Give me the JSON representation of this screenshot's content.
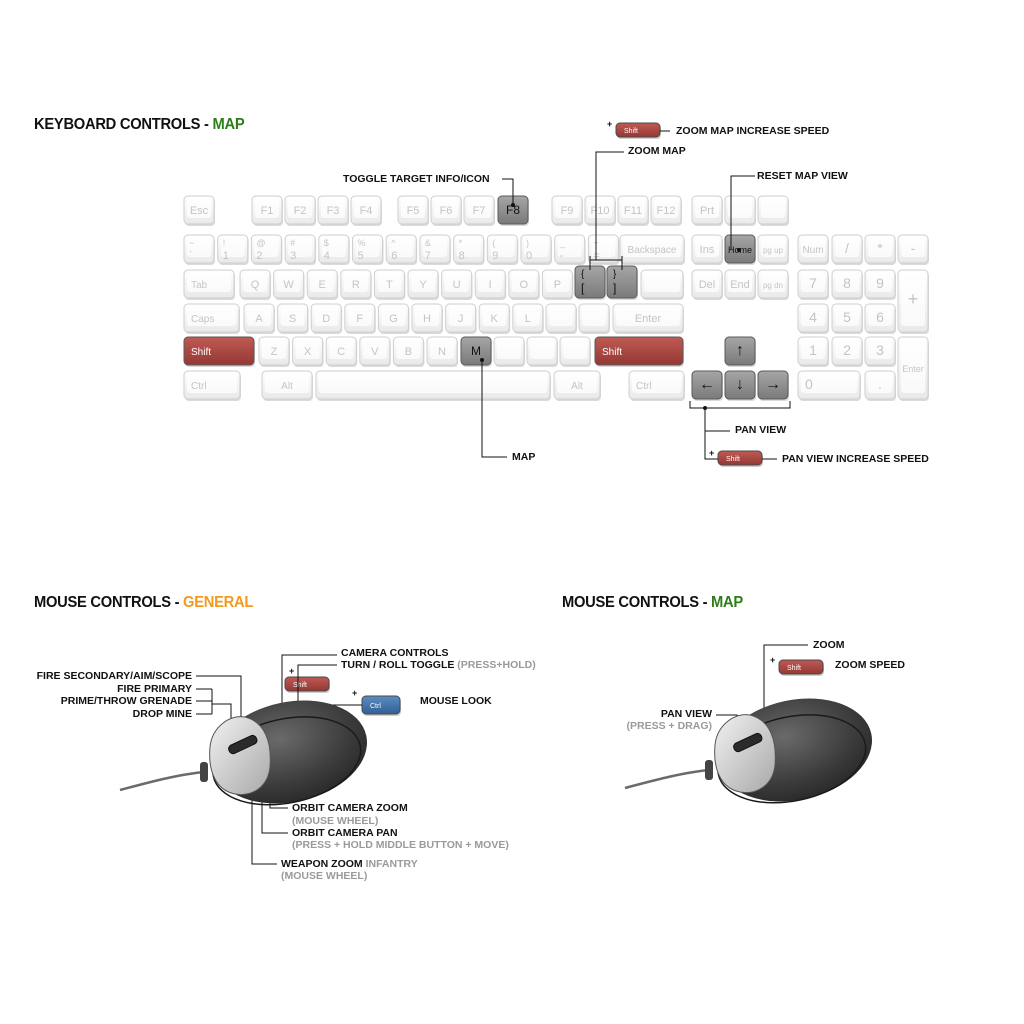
{
  "colors": {
    "accent_green": "#2e7d1a",
    "accent_orange": "#f39a1e",
    "shift_red": "#a8443f",
    "ctrl_blue": "#3d6fa8",
    "highlight_gray": "#8a8a8a"
  },
  "keyboard_section": {
    "title_main": "KEYBOARD CONTROLS - ",
    "title_accent": "MAP",
    "labels": {
      "toggle_target": "TOGGLE TARGET INFO/ICON",
      "zoom_speed": "ZOOM MAP INCREASE SPEED",
      "zoom_map": "ZOOM MAP",
      "reset_view": "RESET MAP VIEW",
      "map": "MAP",
      "pan_view": "PAN VIEW",
      "pan_speed": "PAN VIEW INCREASE SPEED",
      "plus": "+",
      "shift_badge": "Shift"
    },
    "keys": {
      "esc": "Esc",
      "f1": "F1",
      "f2": "F2",
      "f3": "F3",
      "f4": "F4",
      "f5": "F5",
      "f6": "F6",
      "f7": "F7",
      "f8": "F8",
      "f9": "F9",
      "f10": "F10",
      "f11": "F11",
      "f12": "F12",
      "prt": "Prt",
      "backspace": "Backspace",
      "ins": "Ins",
      "home": "Home",
      "pgup": "pg up",
      "num": "Num",
      "tab": "Tab",
      "del": "Del",
      "end": "End",
      "pgdn": "pg dn",
      "caps": "Caps",
      "enter": "Enter",
      "shift": "Shift",
      "ctrl": "Ctrl",
      "alt": "Alt",
      "m": "M",
      "lbrace": "{",
      "lbracket": "[",
      "rbrace": "}",
      "rbracket": "]",
      "q": "Q",
      "w": "W",
      "e": "E",
      "r": "R",
      "t": "T",
      "y": "Y",
      "u": "U",
      "i": "I",
      "o": "O",
      "p": "P",
      "a": "A",
      "s": "S",
      "d": "D",
      "f": "F",
      "g": "G",
      "h": "H",
      "j": "J",
      "k": "K",
      "l": "L",
      "z": "Z",
      "x": "X",
      "c": "C",
      "v": "V",
      "b": "B",
      "n": "N",
      "n0": "0",
      "n1": "1",
      "n2": "2",
      "n3": "3",
      "n4": "4",
      "n5": "5",
      "n6": "6",
      "n7": "7",
      "n8": "8",
      "n9": "9",
      "slash": "/",
      "star": "*",
      "minus": "-",
      "plus": "+",
      "dot": ".",
      "up": "↑",
      "down": "↓",
      "left": "←",
      "right": "→"
    }
  },
  "mouse_general": {
    "title_main": "MOUSE CONTROLS - ",
    "title_accent": "GENERAL",
    "labels": {
      "camera_controls": "CAMERA CONTROLS",
      "turn_roll": "TURN / ROLL TOGGLE",
      "turn_roll_sub": "(PRESS+HOLD)",
      "fire_secondary": "FIRE SECONDARY/AIM/SCOPE",
      "fire_primary": "FIRE PRIMARY",
      "prime_throw": "PRIME/THROW GRENADE",
      "drop_mine": "DROP MINE",
      "mouse_look": "MOUSE LOOK",
      "orbit_zoom": "ORBIT CAMERA ZOOM",
      "orbit_zoom_sub": "(MOUSE WHEEL)",
      "orbit_pan": "ORBIT CAMERA PAN",
      "orbit_pan_sub": "(PRESS + HOLD MIDDLE BUTTON + MOVE)",
      "weapon_zoom": "WEAPON ZOOM",
      "weapon_zoom_accent": "INFANTRY",
      "weapon_zoom_sub": "(MOUSE WHEEL)",
      "plus": "+",
      "shift_badge": "Shift",
      "ctrl_badge": "Ctrl"
    }
  },
  "mouse_map": {
    "title_main": "MOUSE CONTROLS - ",
    "title_accent": "MAP",
    "labels": {
      "zoom": "ZOOM",
      "zoom_speed": "ZOOM SPEED",
      "pan_view": "PAN VIEW",
      "pan_view_sub": "(PRESS + DRAG)",
      "plus": "+",
      "shift_badge": "Shift"
    }
  }
}
